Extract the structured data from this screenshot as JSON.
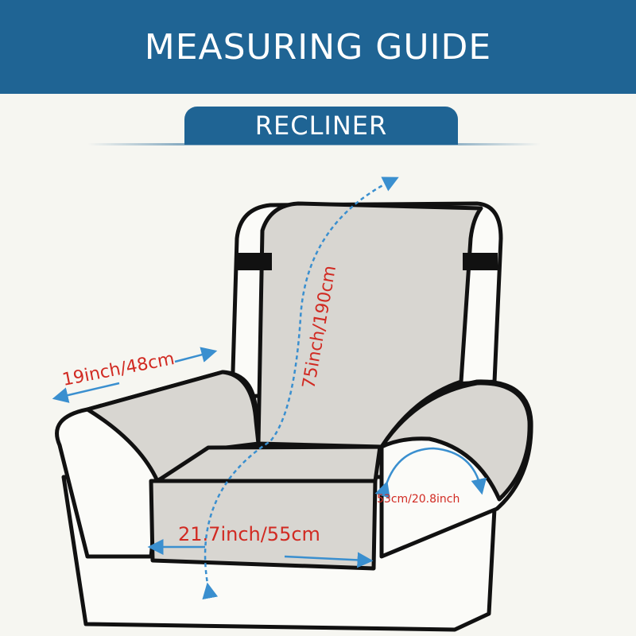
{
  "header": {
    "title": "MEASURING GUIDE",
    "subtitle": "RECLINER"
  },
  "measurements": {
    "backrest_length": "75inch/190cm",
    "armrest_width": "19inch/48cm",
    "seat_width": "21.7inch/55cm",
    "armrest_circumference": "53cm/20.8inch"
  },
  "colors": {
    "banner": "#1f6494",
    "cover": "#d8d6d1",
    "arrow": "#3a8fcf",
    "label": "#d12a22"
  }
}
